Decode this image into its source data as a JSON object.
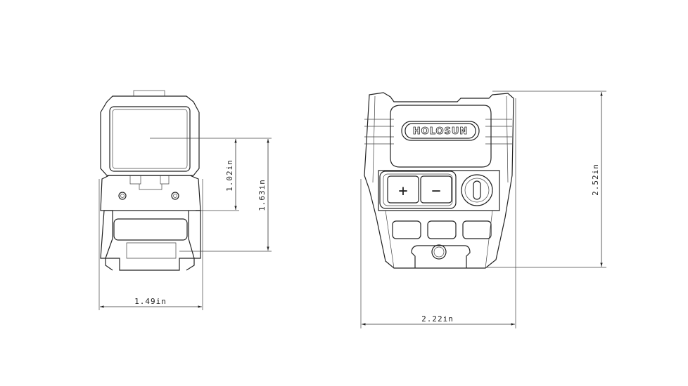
{
  "drawing": {
    "front_view": {
      "width_label": "1.49in",
      "window_height_label": "1.02in",
      "body_height_label": "1.63in"
    },
    "rear_view": {
      "width_label": "2.22in",
      "height_label": "2.52in",
      "logo": "HOLOSUN",
      "button_plus": "+",
      "button_minus": "−"
    }
  }
}
